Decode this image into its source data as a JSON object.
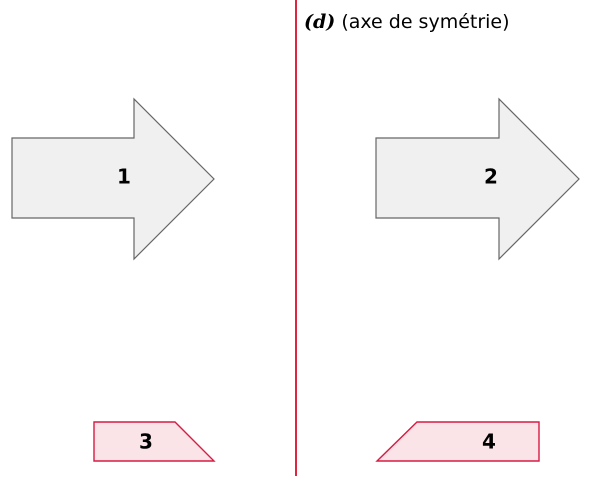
{
  "axis": {
    "name": "(d)",
    "caption": "(axe de symétrie)",
    "color": "#e0263f"
  },
  "shapes": [
    {
      "id": "arrow-1",
      "label": "1",
      "fill": "#f0f0f0",
      "stroke": "#666666"
    },
    {
      "id": "arrow-2",
      "label": "2",
      "fill": "#f0f0f0",
      "stroke": "#666666"
    },
    {
      "id": "trapezoid-3",
      "label": "3",
      "fill": "#fbe4e8",
      "stroke": "#d81b43"
    },
    {
      "id": "trapezoid-4",
      "label": "4",
      "fill": "#fbe4e8",
      "stroke": "#d81b43"
    }
  ]
}
